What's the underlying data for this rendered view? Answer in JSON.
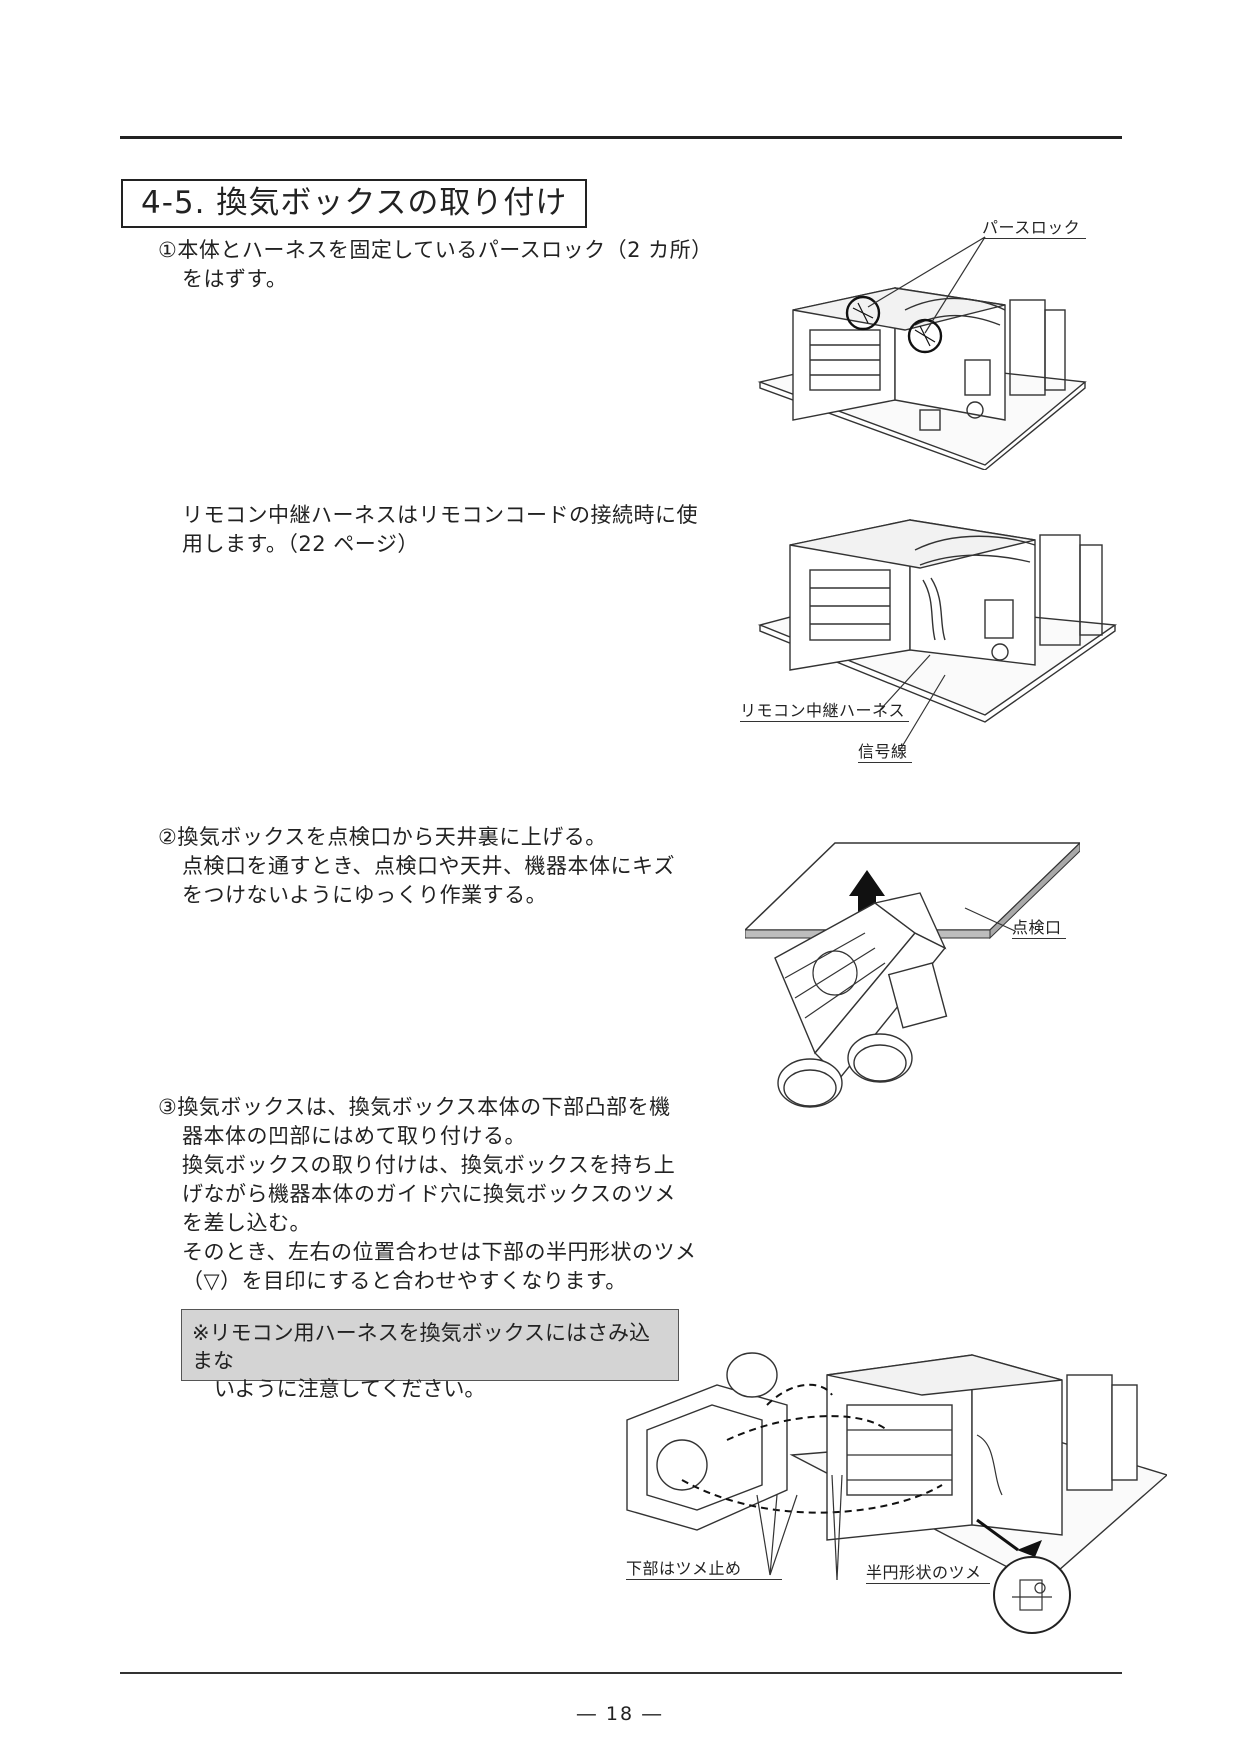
{
  "section": {
    "title": "4-5. 換気ボックスの取り付け"
  },
  "steps": {
    "s1": [
      "①本体とハーネスを固定しているパースロック（2 カ所）",
      "をはずす。"
    ],
    "s1_note": [
      "リモコン中継ハーネスはリモコンコードの接続時に使",
      "用します。（22 ページ）"
    ],
    "s2": [
      "②換気ボックスを点検口から天井裏に上げる。",
      "点検口を通すとき、点検口や天井、機器本体にキズ",
      "をつけないようにゆっくり作業する。"
    ],
    "s3": [
      "③換気ボックスは、換気ボックス本体の下部凸部を機",
      "器本体の凹部にはめて取り付ける。",
      "換気ボックスの取り付けは、換気ボックスを持ち上",
      "げながら機器本体のガイド穴に換気ボックスのツメ",
      "を差し込む。",
      "そのとき、左右の位置合わせは下部の半円形状のツメ",
      "（▽）を目印にすると合わせやすくなります。"
    ]
  },
  "note": [
    "※リモコン用ハーネスを換気ボックスにはさみ込まな",
    "いように注意してください。"
  ],
  "callouts": {
    "perth_lock": "パースロック",
    "remote_relay_harness": "リモコン中継ハーネス",
    "signal_wire": "信号線",
    "inspection_opening": "点検口",
    "bottom_tab_stop": "下部はツメ止め",
    "semicircle_tab": "半円形状のツメ"
  },
  "footer": {
    "page": "― 18 ―"
  }
}
